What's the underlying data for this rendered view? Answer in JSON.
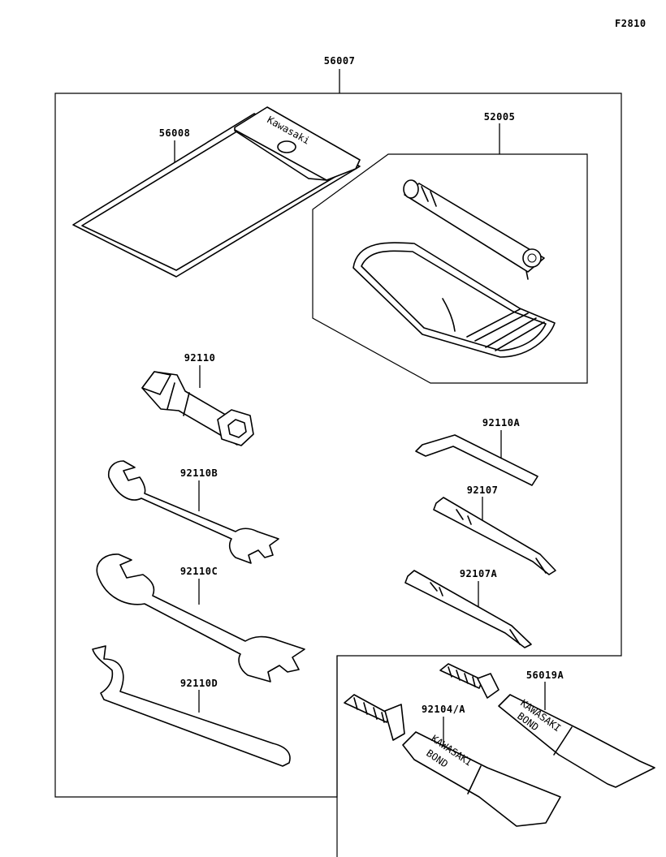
{
  "figure_id": "F2810",
  "callouts": {
    "assembly": "56007",
    "pouch": "56008",
    "grease_set": "52005",
    "plug_wrench": "92110",
    "hex_key": "92110A",
    "wrench_small": "92110B",
    "screwdriver_bit": "92107",
    "wrench_large": "92110C",
    "screwdriver_bit_b": "92107A",
    "hook_wrench": "92110D",
    "bond_tube_small": "56019A",
    "bond_tube_large": "92104/A"
  },
  "markings": {
    "pouch_brand": "Kawasaki",
    "tube_brand": "KAWASAKI",
    "tube_label": "BOND"
  }
}
